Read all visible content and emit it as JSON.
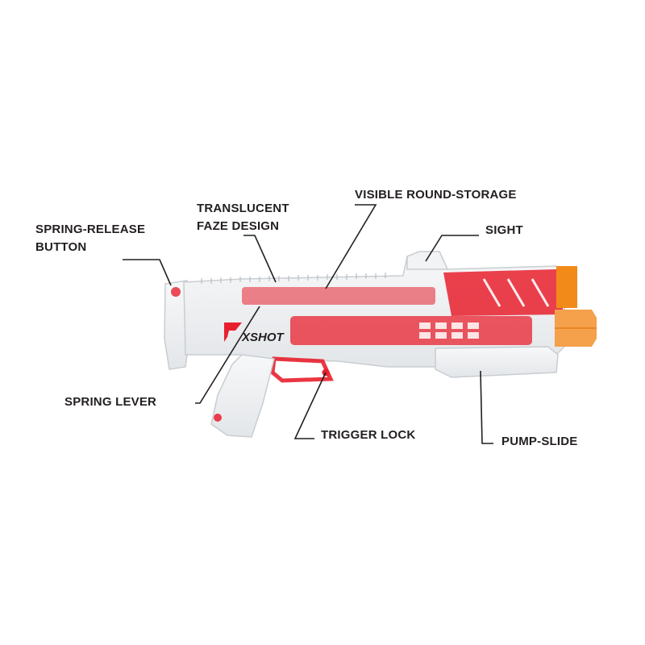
{
  "callouts": {
    "spring_release": {
      "line1": "SPRING-RELEASE",
      "line2": "BUTTON"
    },
    "translucent_faze": {
      "line1": "TRANSLUCENT",
      "line2": "FAZE DESIGN"
    },
    "round_storage": "VISIBLE ROUND-STORAGE",
    "sight": "SIGHT",
    "spring_lever": "SPRING LEVER",
    "trigger_lock": "TRIGGER LOCK",
    "pump_slide": "PUMP-SLIDE"
  },
  "blaster": {
    "logo_text": "XSHOT",
    "colors": {
      "shell": "#eceef0",
      "shell_outline": "#c9cdd1",
      "internals": "#e8202e",
      "internals_light": "#f4a0a6",
      "muzzle": "#f28a1a"
    }
  },
  "leader_color": "#231f20"
}
